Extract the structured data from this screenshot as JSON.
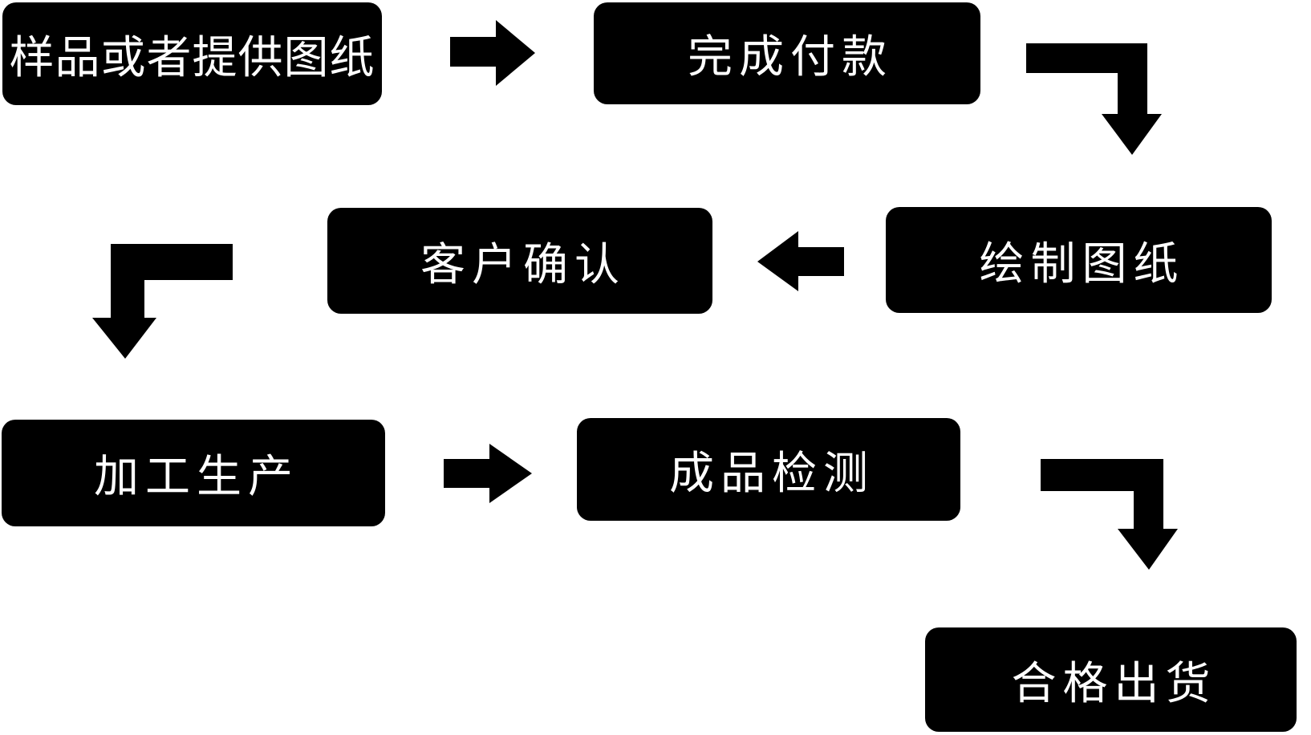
{
  "colors": {
    "background": "#ffffff",
    "node_fill": "#000000",
    "node_text": "#ffffff",
    "arrow": "#000000"
  },
  "flowchart": {
    "nodes": [
      {
        "id": "sample-or-drawings",
        "label": "样品或者提供图纸"
      },
      {
        "id": "complete-payment",
        "label": "完成付款"
      },
      {
        "id": "draw-drawings",
        "label": "绘制图纸"
      },
      {
        "id": "customer-confirmation",
        "label": "客户确认"
      },
      {
        "id": "processing-production",
        "label": "加工生产"
      },
      {
        "id": "product-inspection",
        "label": "成品检测"
      },
      {
        "id": "qualified-shipment",
        "label": "合格出货"
      }
    ],
    "connections": [
      {
        "from": "样品或者提供图纸",
        "to": "完成付款",
        "shape": "right-arrow"
      },
      {
        "from": "完成付款",
        "to": "绘制图纸",
        "shape": "elbow-right-down"
      },
      {
        "from": "绘制图纸",
        "to": "客户确认",
        "shape": "left-arrow"
      },
      {
        "from": "客户确认",
        "to": "加工生产",
        "shape": "elbow-left-down"
      },
      {
        "from": "加工生产",
        "to": "成品检测",
        "shape": "right-arrow"
      },
      {
        "from": "成品检测",
        "to": "合格出货",
        "shape": "elbow-right-down"
      }
    ]
  }
}
